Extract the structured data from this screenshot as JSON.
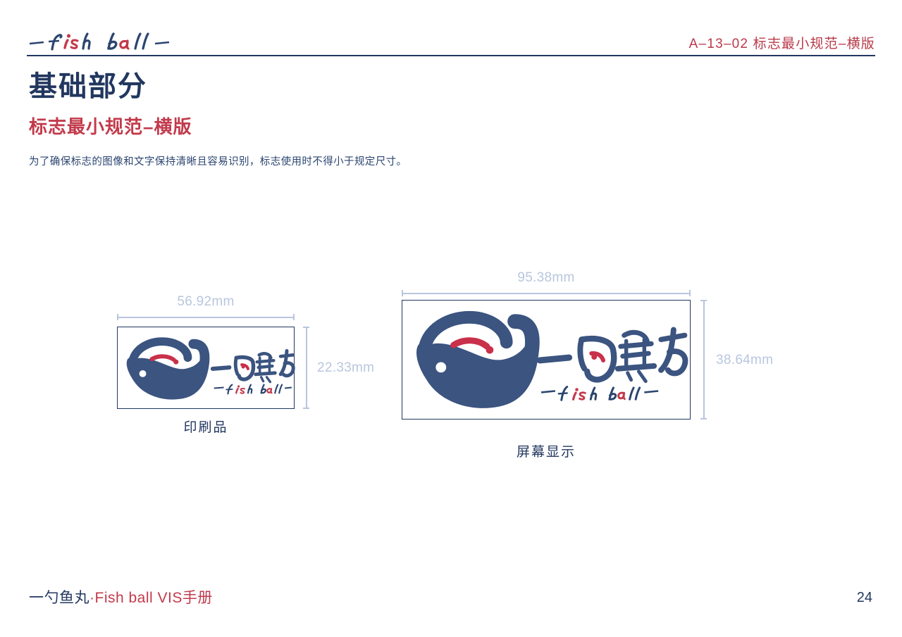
{
  "header": {
    "logo_text": "— fish ball —",
    "code": "A–13–02 标志最小规范–横版"
  },
  "title": {
    "main": "基础部分",
    "sub": "标志最小规范–横版",
    "description": "为了确保标志的图像和文字保持清晰且容易识别，标志使用时不得小于规定尺寸。"
  },
  "specimens": [
    {
      "id": "print",
      "caption": "印刷品",
      "width_label": "56.92mm",
      "height_label": "22.33mm"
    },
    {
      "id": "screen",
      "caption": "屏幕显示",
      "width_label": "95.38mm",
      "height_label": "38.64mm"
    }
  ],
  "logo": {
    "wordmark_cn": "一勺鱼丸",
    "wordmark_en": "— fish ball —"
  },
  "footer": {
    "brand_cn": "一勺鱼丸",
    "brand_en": "·Fish ball VIS手册",
    "page_number": "24"
  },
  "colors": {
    "navy": "#3b5480",
    "navy_dark": "#22375f",
    "red": "#c23a4b",
    "dim_gray": "#b9c6de"
  }
}
